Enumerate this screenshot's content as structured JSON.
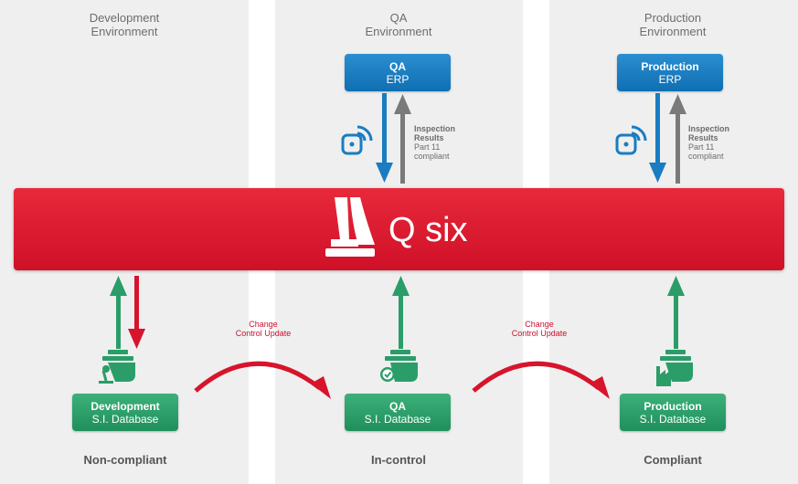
{
  "columns": [
    {
      "env_line1": "Development",
      "env_line2": "Environment",
      "db_line1": "Development",
      "db_line2": "S.I. Database",
      "status": "Non-compliant"
    },
    {
      "env_line1": "QA",
      "env_line2": "Environment",
      "erp_line1": "QA",
      "erp_line2": "ERP",
      "db_line1": "QA",
      "db_line2": "S.I. Database",
      "status": "In-control"
    },
    {
      "env_line1": "Production",
      "env_line2": "Environment",
      "erp_line1": "Production",
      "erp_line2": "ERP",
      "db_line1": "Production",
      "db_line2": "S.I. Database",
      "status": "Compliant"
    }
  ],
  "band": {
    "title": "Q six"
  },
  "inspection": {
    "line1": "Inspection",
    "line2": "Results",
    "line3": "Part 11",
    "line4": "compliant"
  },
  "change_control": {
    "line1": "Change",
    "line2": "Control Update"
  },
  "colors": {
    "red": "#d7142c",
    "blue": "#1a7cc1",
    "green": "#2a9d68",
    "gray": "#7a7a7a",
    "panel": "#efefef"
  }
}
